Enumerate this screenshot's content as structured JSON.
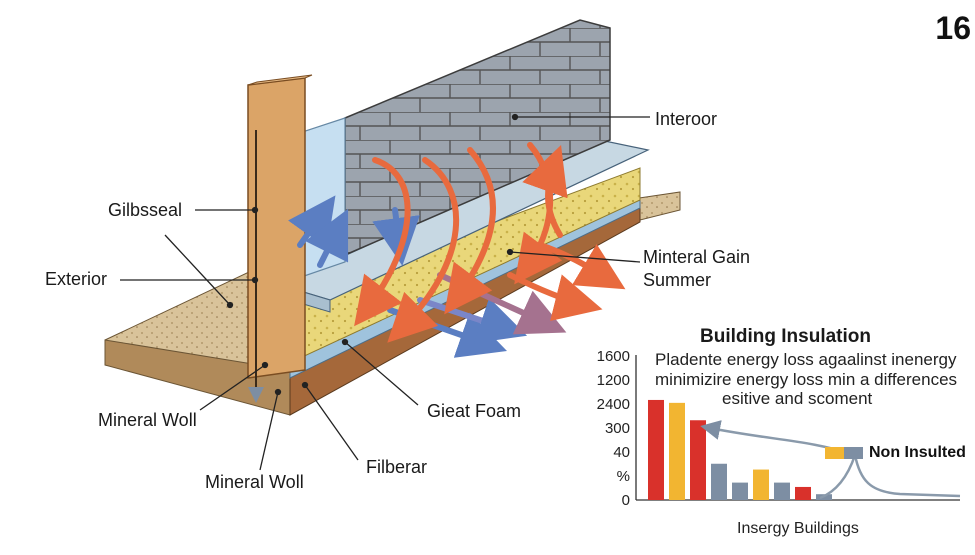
{
  "page_number": "16",
  "diagram": {
    "labels": {
      "interior": "Interoor",
      "gypsum": "Gilbsseal",
      "exterior": "Exterior",
      "mineral_gain_line1": "Minteral Gain",
      "mineral_gain_line2": "Summer",
      "mineral_wool_1": "Mineral Woll",
      "mineral_wool_2": "Mineral Woll",
      "great_foam": "Gieat Foam",
      "fiberar": "Filberar"
    }
  },
  "chart": {
    "title": "Building Insulation",
    "subtitle_line1": "Pladente energy loss agaalinst inenergy",
    "subtitle_line2": "minimizire energy loss min a differences",
    "subtitle_line3": "esitive and scoment",
    "y_ticks": [
      "1600",
      "1200",
      "2400",
      "300",
      "40",
      "%",
      "0"
    ],
    "x_label": "Insergy Buildings",
    "legend": "Non Insulted",
    "colors": {
      "red": "#d9312b",
      "yellow": "#f2b531",
      "gray": "#7d8ea3",
      "curve": "#8a9aab"
    }
  },
  "chart_data": {
    "type": "bar",
    "title": "Building Insulation",
    "xlabel": "Insergy Buildings",
    "y_tick_labels": [
      "1600",
      "1200",
      "2400",
      "300",
      "40",
      "%",
      "0"
    ],
    "legend": [
      "Non Insulted"
    ],
    "bars": [
      {
        "color": "red",
        "relative_height": 0.69
      },
      {
        "color": "yellow",
        "relative_height": 0.67
      },
      {
        "color": "red",
        "relative_height": 0.55
      },
      {
        "color": "gray",
        "relative_height": 0.25
      },
      {
        "color": "gray",
        "relative_height": 0.12
      },
      {
        "color": "yellow",
        "relative_height": 0.21
      },
      {
        "color": "gray",
        "relative_height": 0.12
      },
      {
        "color": "red",
        "relative_height": 0.09
      },
      {
        "color": "gray",
        "relative_height": 0.04
      }
    ]
  }
}
